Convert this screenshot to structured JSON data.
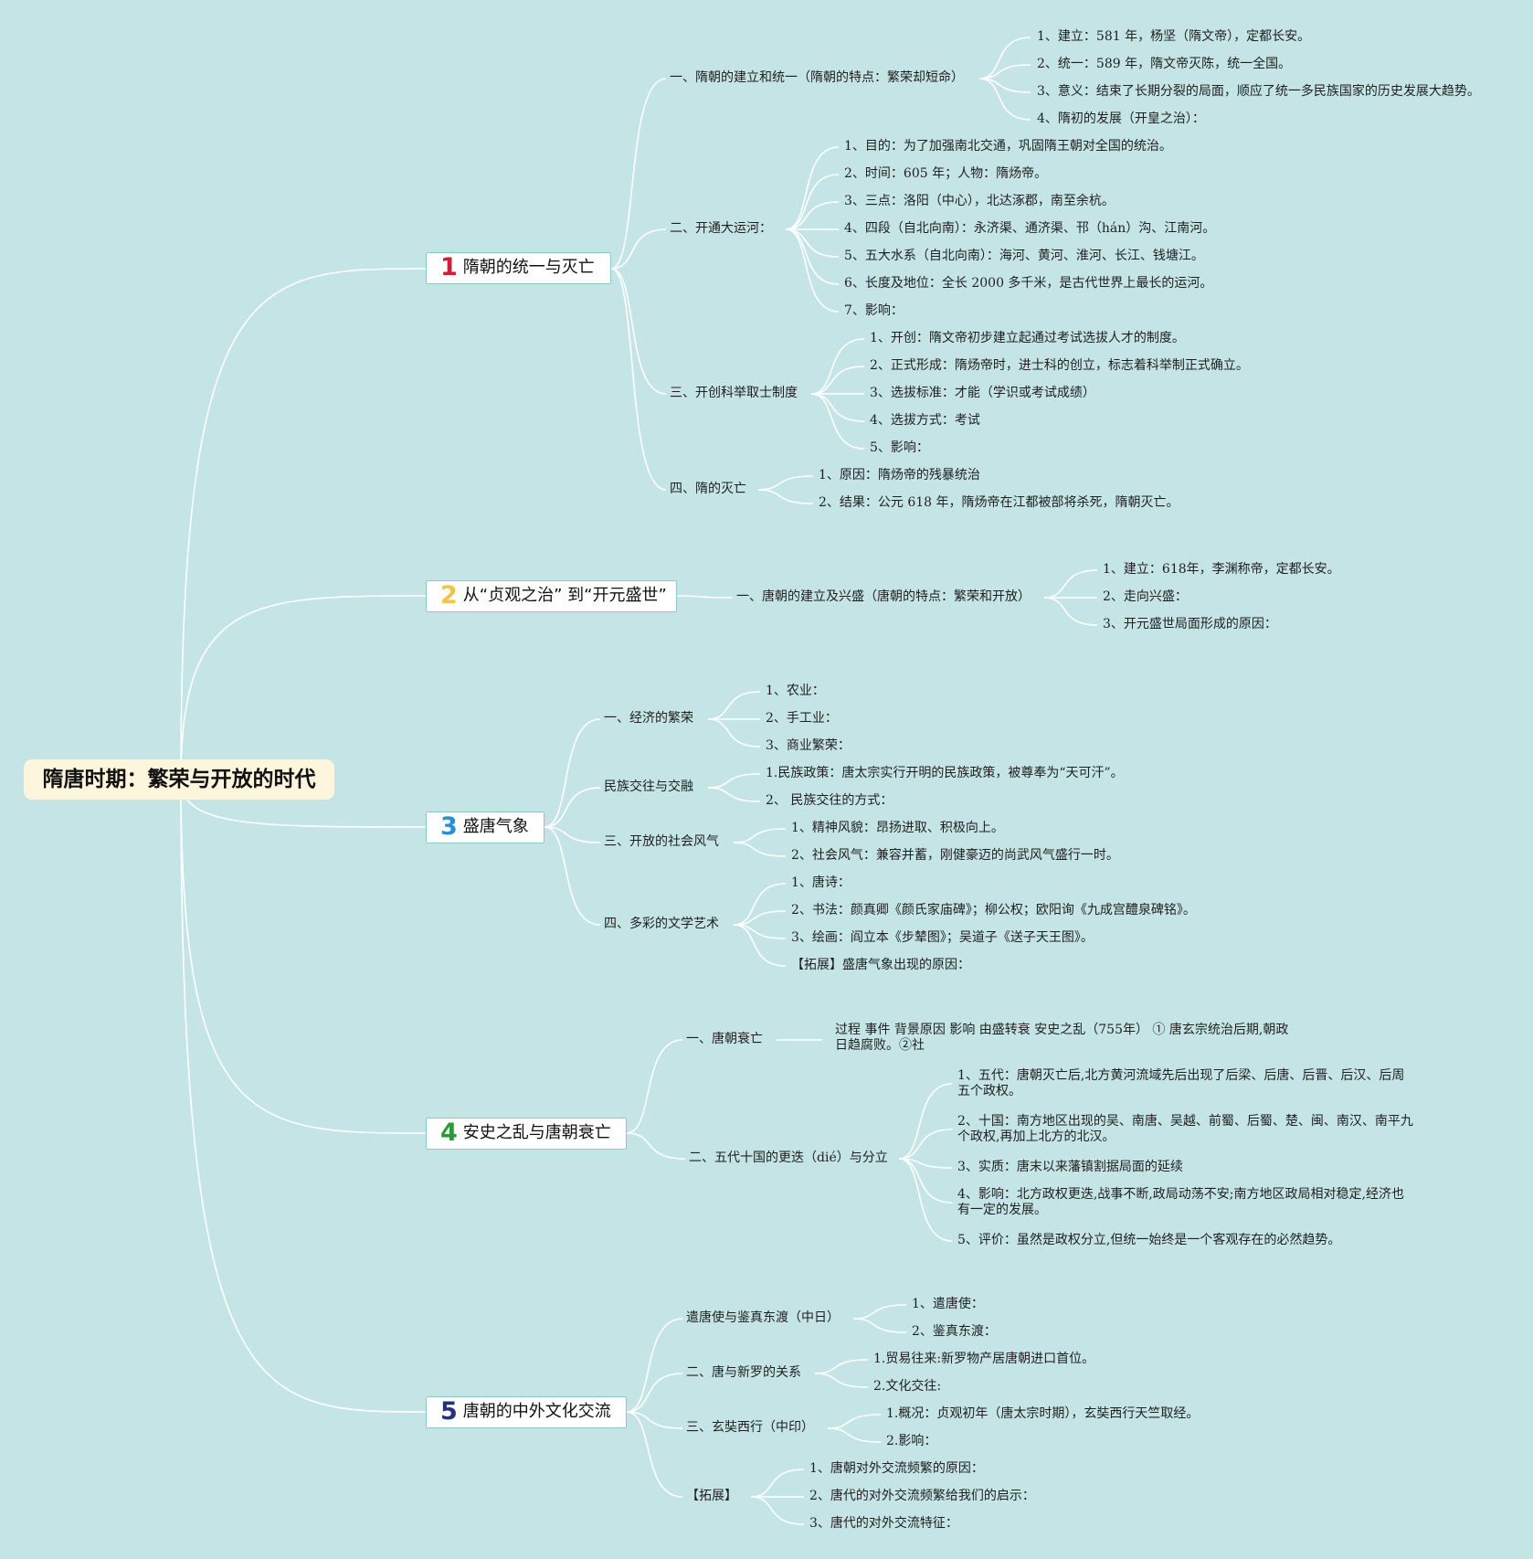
{
  "title": "隋唐时期：繁荣与开放的时代",
  "colors": {
    "background": "#c5e4e6",
    "root_bg": "#fdf5dc",
    "edge": "#ffffff",
    "topic_border": "#8fc7c9"
  },
  "topics": [
    {
      "number": "1",
      "number_color": "#d01f2e",
      "label": "隋朝的统一与灭亡",
      "branches": [
        {
          "label": "一、隋朝的建立和统一（隋朝的特点：繁荣却短命）",
          "items": [
            "1、建立：581 年，杨坚（隋文帝），定都长安。",
            "2、统一：589 年，隋文帝灭陈，统一全国。",
            "3、意义：结束了长期分裂的局面，顺应了统一多民族国家的历史发展大趋势。",
            "4、隋初的发展（开皇之治）："
          ]
        },
        {
          "label": "二、开通大运河：",
          "items": [
            "1、目的：为了加强南北交通，巩固隋王朝对全国的统治。",
            "2、时间：605 年；人物：隋炀帝。",
            "3、三点：洛阳（中心），北达涿郡，南至余杭。",
            "4、四段（自北向南）：永济渠、通济渠、邗（hán）沟、江南河。",
            "5、五大水系（自北向南）：海河、黄河、淮河、长江、钱塘江。",
            "6、长度及地位：全长 2000 多千米，是古代世界上最长的运河。",
            "7、影响："
          ]
        },
        {
          "label": "三、开创科举取士制度",
          "items": [
            "1、开创：隋文帝初步建立起通过考试选拔人才的制度。",
            "2、正式形成：隋炀帝时，进士科的创立，标志着科举制正式确立。",
            "3、选拔标准：才能（学识或考试成绩）",
            "4、选拔方式：考试",
            "5、影响："
          ]
        },
        {
          "label": "四、隋的灭亡",
          "items": [
            "1、原因：隋炀帝的残暴统治",
            "2、结果：公元 618 年，隋炀帝在江都被部将杀死，隋朝灭亡。"
          ]
        }
      ]
    },
    {
      "number": "2",
      "number_color": "#f2c53d",
      "label": "从“贞观之治” 到“开元盛世”",
      "branches": [
        {
          "label": "一、唐朝的建立及兴盛（唐朝的特点：繁荣和开放）",
          "items": [
            "1、建立：618年，李渊称帝，定都长安。",
            "2、走向兴盛：",
            "3、开元盛世局面形成的原因："
          ]
        }
      ]
    },
    {
      "number": "3",
      "number_color": "#2b8fd6",
      "label": "盛唐气象",
      "branches": [
        {
          "label": "一、经济的繁荣",
          "items": [
            "1、农业：",
            "2、手工业：",
            "3、商业繁荣："
          ]
        },
        {
          "label": "民族交往与交融",
          "items": [
            "1.民族政策：唐太宗实行开明的民族政策，被尊奉为“天可汗”。",
            "2、 民族交往的方式："
          ]
        },
        {
          "label": "三、开放的社会风气",
          "items": [
            "1、精神风貌：昂扬进取、积极向上。",
            "2、社会风气：兼容并蓄，刚健豪迈的尚武风气盛行一时。"
          ]
        },
        {
          "label": "四、多彩的文学艺术",
          "items": [
            "1、唐诗：",
            "2、书法：颜真卿《颜氏家庙碑》；柳公权；欧阳询《九成宫醴泉碑铭》。",
            "3、绘画：阎立本《步辇图》；吴道子《送子天王图》。",
            "【拓展】盛唐气象出现的原因："
          ]
        }
      ]
    },
    {
      "number": "4",
      "number_color": "#2a9a37",
      "label": "安史之乱与唐朝衰亡",
      "branches": [
        {
          "label": "一、唐朝衰亡",
          "items": [
            "过程 事件 背景原因 影响 由盛转衰 安史之乱（755年） ① 唐玄宗统治后期,朝政日趋腐败。②社"
          ]
        },
        {
          "label": "二、五代十国的更迭（dié）与分立",
          "items": [
            "1、五代：唐朝灭亡后,北方黄河流域先后出现了后梁、后唐、后晋、后汉、后周五个政权。",
            "2、十国：南方地区出现的吴、南唐、吴越、前蜀、后蜀、楚、闽、南汉、南平九个政权,再加上北方的北汉。",
            "3、实质：唐末以来藩镇割据局面的延续",
            "4、影响：北方政权更迭,战事不断,政局动荡不安;南方地区政局相对稳定,经济也有一定的发展。",
            "5、评价：虽然是政权分立,但统一始终是一个客观存在的必然趋势。"
          ]
        }
      ]
    },
    {
      "number": "5",
      "number_color": "#23307e",
      "label": "唐朝的中外文化交流",
      "branches": [
        {
          "label": "遣唐使与鉴真东渡（中日）",
          "items": [
            "1、遣唐使：",
            "2、鉴真东渡："
          ]
        },
        {
          "label": "二、唐与新罗的关系",
          "items": [
            "1.贸易往来:新罗物产居唐朝进口首位。",
            "2.文化交往:"
          ]
        },
        {
          "label": "三、玄奘西行（中印）",
          "items": [
            "1.概况：贞观初年（唐太宗时期），玄奘西行天竺取经。",
            "2.影响："
          ]
        },
        {
          "label": "【拓展】",
          "items": [
            "1、唐朝对外交流频繁的原因：",
            "2、唐代的对外交流频繁给我们的启示：",
            "3、唐代的对外交流特征："
          ]
        }
      ]
    }
  ]
}
